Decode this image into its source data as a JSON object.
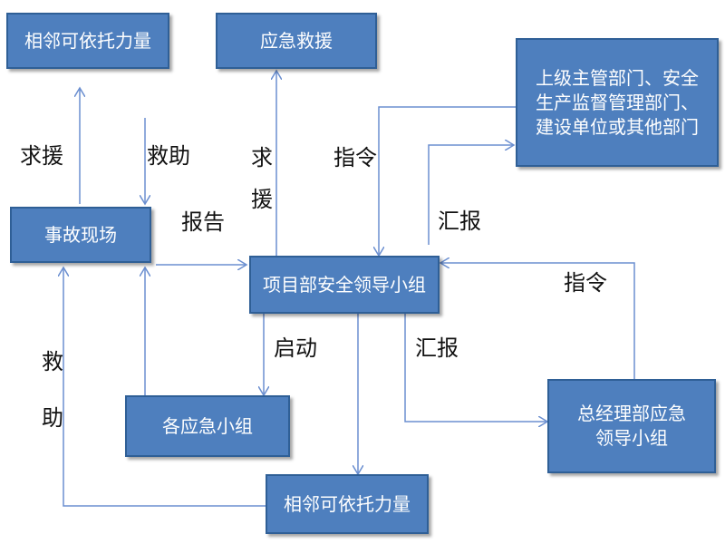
{
  "nodes": {
    "top_left_support": "相邻可依托力量",
    "emergency_rescue": "应急救援",
    "superior_depts": "上级主管部门、安全生产监督管理部门、建设单位或其他部门",
    "accident_site": "事故现场",
    "project_leader_group": "项目部安全领导小组",
    "emergency_groups": "各应急小组",
    "gm_emergency_group": "总经理部应急领导小组",
    "bottom_support": "相邻可依托力量"
  },
  "edge_labels": {
    "seek_help_left": "求援",
    "assist_left": "救助",
    "seek_help_mid": "求援",
    "report": "报告",
    "command_top": "指令",
    "report_up": "汇报",
    "command_right": "指令",
    "activate": "启动",
    "report_right": "汇报",
    "assist_bottom": "救助"
  },
  "colors": {
    "box_fill": "#4e7fbe",
    "box_border": "#2f5f96",
    "arrow": "#6b8fd0"
  }
}
